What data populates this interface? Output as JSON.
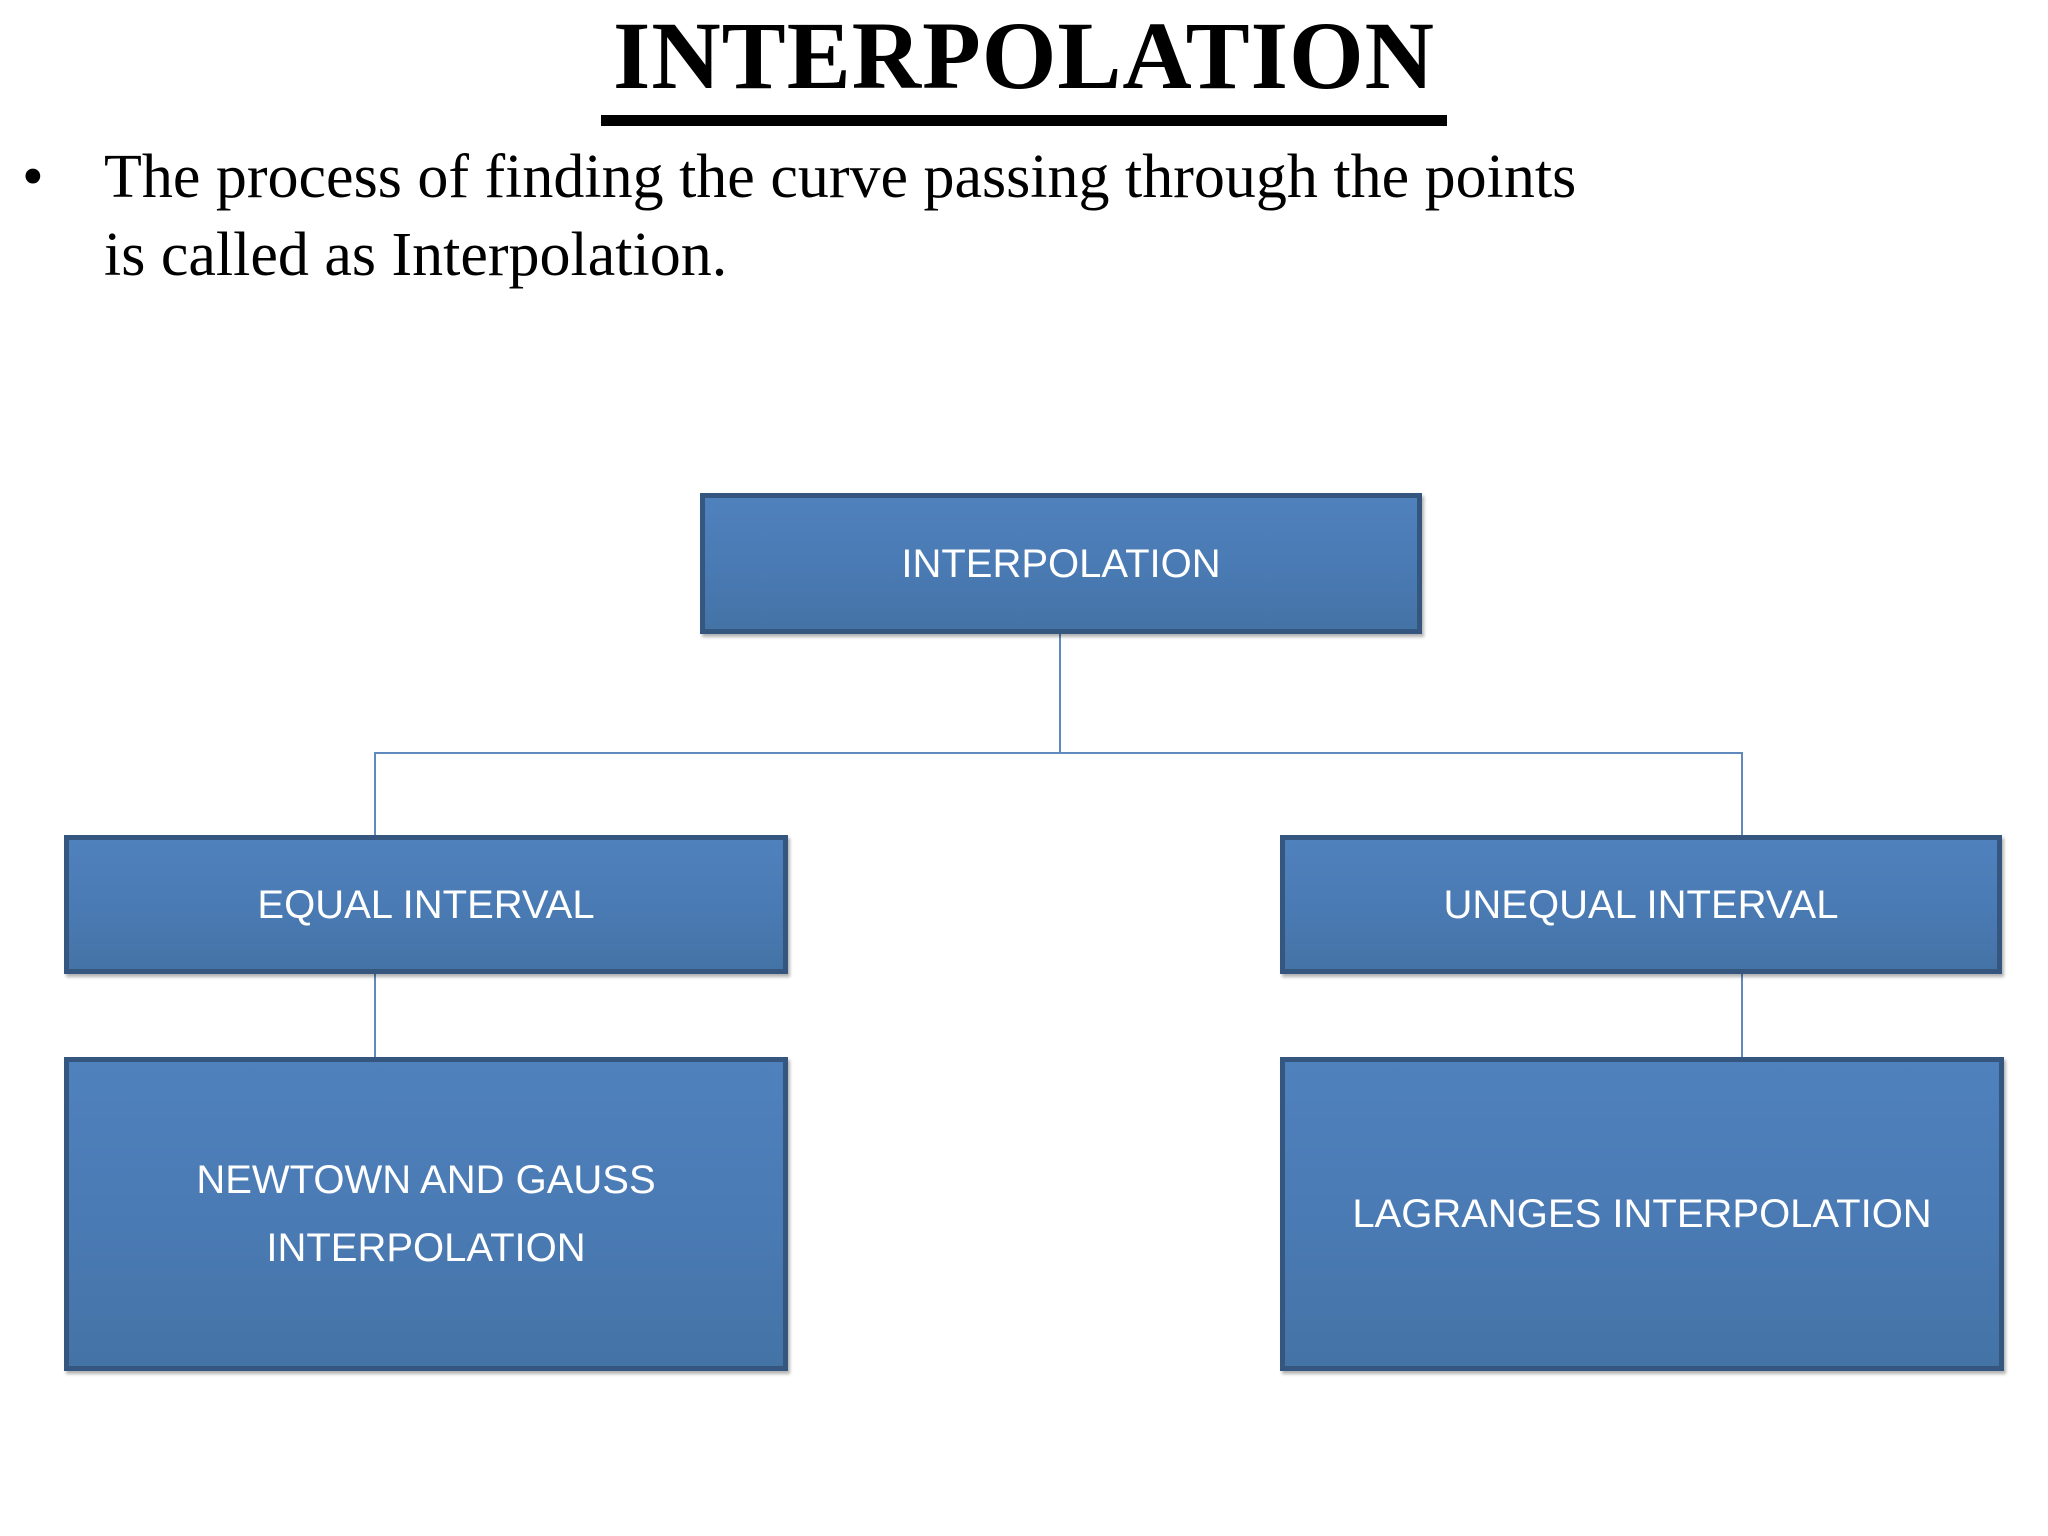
{
  "slide": {
    "title": "INTERPOLATION",
    "bullet": {
      "marker": "•",
      "lines": [
        "The process of finding the curve passing through the points",
        "is called as Interpolation."
      ]
    }
  },
  "diagram": {
    "root": {
      "label": "INTERPOLATION"
    },
    "branches": [
      {
        "label": "EQUAL INTERVAL",
        "child_label": "NEWTOWN AND GAUSS INTERPOLATION"
      },
      {
        "label": "UNEQUAL INTERVAL",
        "child_label": "LAGRANGES INTERPOLATION"
      }
    ]
  },
  "colors": {
    "background": "#ffffff",
    "title_text": "#000000",
    "box_fill": "#4f81bd",
    "box_border": "#35567e",
    "box_text": "#ffffff",
    "connector": "#6089bd"
  }
}
